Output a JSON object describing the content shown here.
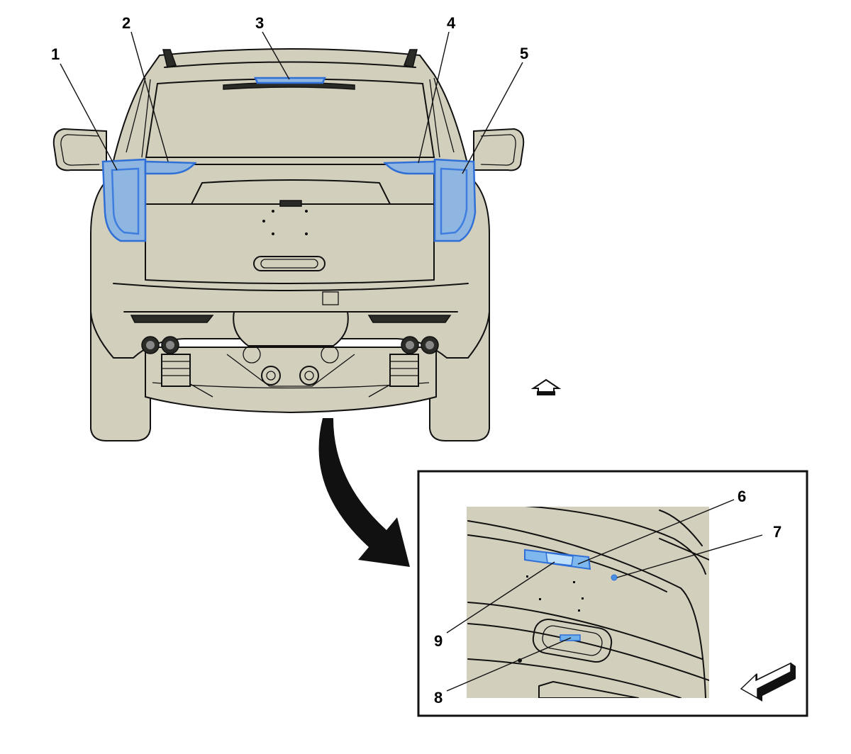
{
  "callouts": {
    "c1": "1",
    "c2": "2",
    "c3": "3",
    "c4": "4",
    "c5": "5",
    "c6": "6",
    "c7": "7",
    "c8": "8",
    "c9": "9"
  },
  "colors": {
    "vehicle_body": "#d3cfbd",
    "highlight_lamp": "#8fb6e0",
    "highlight_outline": "#3d7de0",
    "line": "#111111"
  },
  "icons": {
    "front_arrow": "view-direction-arrow-icon",
    "inset_arrow": "view-direction-arrow-icon",
    "transition_arrow": "curved-arrow-icon"
  }
}
